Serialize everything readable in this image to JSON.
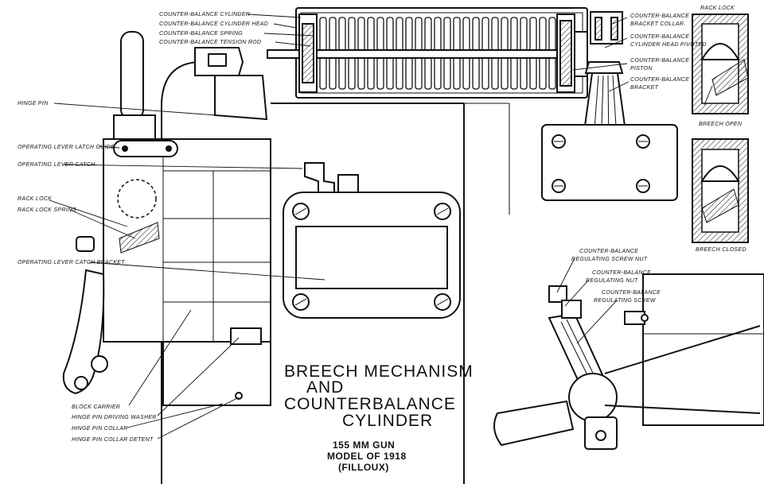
{
  "title": {
    "line1": "BREECH MECHANISM",
    "line2": "AND",
    "line3": "COUNTERBALANCE",
    "line4": "CYLINDER"
  },
  "subtitle": {
    "line1": "155 MM GUN",
    "line2": "MODEL OF 1918",
    "line3": "(FILLOUX)"
  },
  "labels": {
    "cb_cylinder": "COUNTER-BALANCE CYLINDER",
    "cb_cylinder_head": "COUNTER-BALANCE CYLINDER HEAD",
    "cb_spring": "COUNTER-BALANCE SPRING",
    "cb_tension_rod": "COUNTER-BALANCE TENSION ROD",
    "cb_bracket_collar_1": "COUNTER-BALANCE",
    "cb_bracket_collar_2": "BRACKET COLLAR.",
    "cb_head_pivoted_1": "COUNTER-BALANCE",
    "cb_head_pivoted_2": "CYLINDER HEAD PIVOTED",
    "cb_piston_1": "COUNTER-BALANCE",
    "cb_piston_2": "PISTON",
    "cb_bracket_1": "COUNTER-BALANCE",
    "cb_bracket_2": "BRACKET",
    "rack_lock_top": "RACK LOCK",
    "breech_open": "BREECH OPEN",
    "breech_closed": "BREECH CLOSED",
    "hinge_pin": "HINGE PIN",
    "op_lever_latch_guide": "OPERATING LEVER LATCH GUIDE",
    "op_lever_catch": "OPERATING LEVER CATCH.",
    "rack_lock": "RACK LOCK",
    "rack_lock_spring": "RACK LOCK SPRING",
    "op_lever_catch_bracket": "OPERATING LEVER CATCH BRACKET",
    "block_carrier": "BLOCK CARRIER",
    "hinge_pin_driving_washer": "HINGE PIN DRIVING WASHER",
    "hinge_pin_collar": "HINGE PIN COLLAR",
    "hinge_pin_collar_detent": "HINGE PIN COLLAR DETENT",
    "reg_screw_nut_1": "COUNTER-BALANCE",
    "reg_screw_nut_2": "REGULATING SCREW NUT",
    "reg_nut_1": "COUNTER-BALANCE",
    "reg_nut_2": "REGULATING NUT",
    "reg_screw_1": "COUNTER-BALANCE",
    "reg_screw_2": "REGULATING SCREW"
  }
}
